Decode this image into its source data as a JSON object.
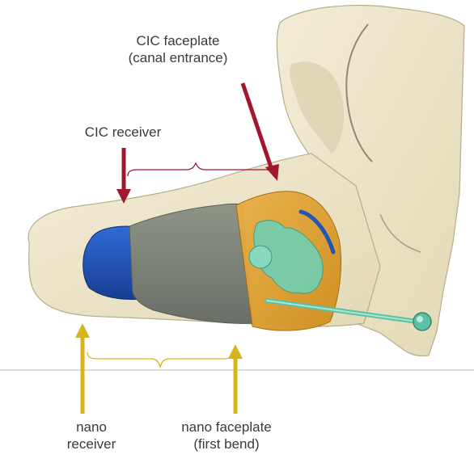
{
  "labels": {
    "cic_faceplate_line1": "CIC faceplate",
    "cic_faceplate_line2": "(canal entrance)",
    "cic_receiver": "CIC receiver",
    "nano_receiver_line1": "nano",
    "nano_receiver_line2": "receiver",
    "nano_faceplate_line1": "nano faceplate",
    "nano_faceplate_line2": "(first bend)"
  },
  "colors": {
    "cic_annotation": "#a01830",
    "nano_annotation": "#d6b41a",
    "ear_canal": "#ece4c6",
    "cic_receiver_body": "#1f56b8",
    "cic_shell": "#7d8476",
    "faceplate_shell": "#e0a02c",
    "internal_components": "#6fcfb2",
    "floor_line": "#c8c8c8"
  }
}
